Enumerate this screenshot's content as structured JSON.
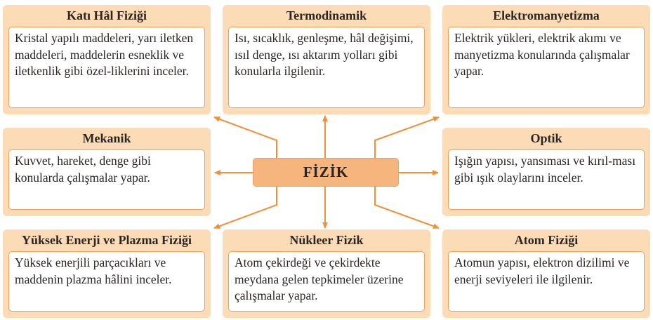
{
  "center": "FİZİK",
  "colors": {
    "card": "#fcdcb6",
    "center": "#f6b57c",
    "arrow": "#f0913a",
    "border": "#e9a35f"
  },
  "cards": [
    {
      "title": "Katı Hâl Fiziği",
      "text": "Kristal yapılı maddeleri, yarı iletken maddeleri, maddelerin esneklik ve iletkenlik gibi özel-liklerini inceler."
    },
    {
      "title": "Termodinamik",
      "text": "Isı, sıcaklık, genleşme, hâl değişimi, ısıl denge, ısı aktarım yolları gibi konularla ilgilenir."
    },
    {
      "title": "Elektromanyetizma",
      "text": "Elektrik yükleri, elektrik akımı ve manyetizma konularında çalışmalar yapar."
    },
    {
      "title": "Mekanik",
      "text": "Kuvvet, hareket, denge gibi konularda çalışmalar yapar."
    },
    {
      "title": "Optik",
      "text": "Işığın yapısı, yansıması ve kırıl-ması gibi ışık olaylarını inceler."
    },
    {
      "title": "Yüksek Enerji ve Plazma Fiziği",
      "text": "Yüksek enerjili parçacıkları ve maddenin plazma hâlini inceler."
    },
    {
      "title": "Nükleer Fizik",
      "text": "Atom çekirdeği ve çekirdekte meydana gelen tepkimeler üzerine çalışmalar yapar."
    },
    {
      "title": "Atom Fiziği",
      "text": "Atomun yapısı, elektron dizilimi ve enerji seviyeleri ile ilgilenir."
    }
  ]
}
